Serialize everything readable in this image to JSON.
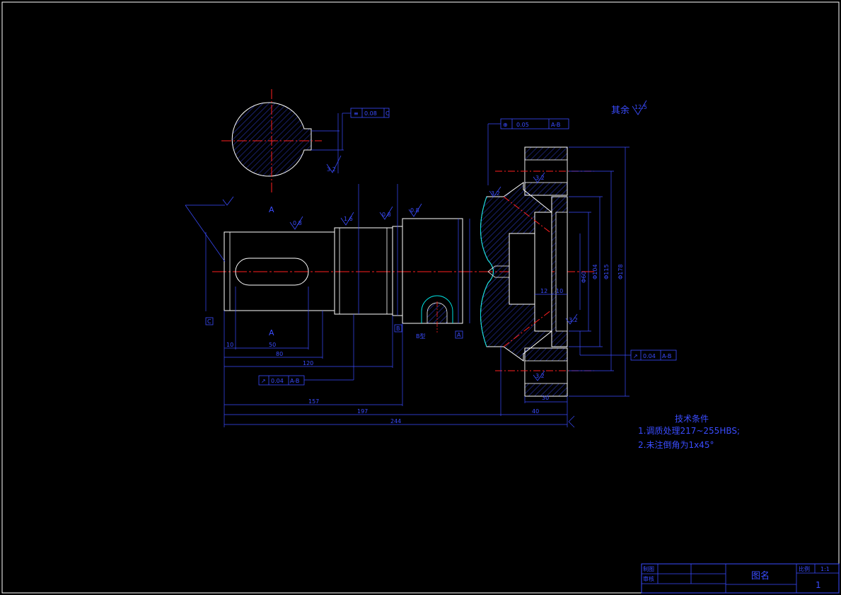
{
  "colors": {
    "background": "#000000",
    "outline": "#ffffff",
    "dimension": "#3a4cff",
    "centerline": "#ff2020",
    "break": "#00e0e0"
  },
  "section": {
    "label_top": "A",
    "label_bottom": "A",
    "tolerance": "0.08",
    "roughness": "3.2"
  },
  "shaft": {
    "roughness_marks": [
      "0.8",
      "1.6",
      "0.8",
      "0.8"
    ],
    "datum_c": "C",
    "datum_b": "B",
    "datum_a": "A",
    "runout_tolerance": "0.04",
    "runout_datum": "A-B",
    "center_hole": "B型"
  },
  "gear": {
    "position_tolerance": "0.05",
    "position_datum": "A-B",
    "runout_tolerance": "0.04",
    "runout_datum": "A-B",
    "roughness_marks": [
      "3.2",
      "3.2",
      "3.2",
      "3.2"
    ],
    "dims_inner": [
      "12",
      "10"
    ],
    "dim_width": "30",
    "dia_104": "Φ104",
    "dia_178": "Φ178",
    "dia_115": "Φ115",
    "dia_60": "Φ60"
  },
  "bottom_dims": {
    "d10": "10",
    "d50": "50",
    "d80": "80",
    "d120": "120",
    "d157": "157",
    "d197": "197",
    "d40": "40",
    "d244": "244"
  },
  "remaining_roughness": {
    "label": "其余",
    "value": "12.5"
  },
  "tech_requirements": {
    "heading": "技术条件",
    "items": [
      "1.调质处理217~255HBS;",
      "2.未注倒角为1x45°"
    ]
  },
  "title_block": {
    "drawn": "制图",
    "checked": "审核",
    "name": "图名",
    "scale_label": "比例",
    "scale": "1:1",
    "sheet_number": "1"
  }
}
